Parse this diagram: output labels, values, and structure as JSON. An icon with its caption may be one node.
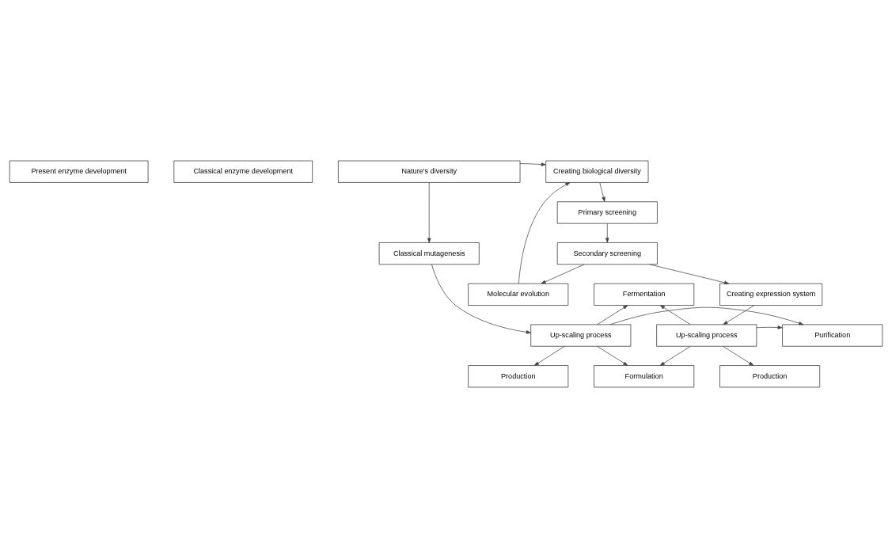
{
  "diagram": {
    "nodes": [
      {
        "text": [
          "Present enzyme development"
        ]
      },
      {
        "text": [
          "Classical enzyme development"
        ]
      },
      {
        "text": [
          "Creating biological diversity"
        ]
      },
      {
        "text": [
          "Nature's diversity"
        ]
      },
      {
        "text": [
          "Molecular evolution"
        ]
      },
      {
        "text": [
          "Primary screening"
        ]
      },
      {
        "text": [
          "Secondary screening"
        ]
      },
      {
        "text": [
          "Classical mutagenesis"
        ]
      },
      {
        "text": [
          "Creating expression system"
        ]
      },
      {
        "text": [
          "Up-scaling process"
        ]
      },
      {
        "text": [
          "Fermentation"
        ]
      },
      {
        "text": [
          "Purification"
        ]
      },
      {
        "text": [
          "Formulation"
        ]
      },
      {
        "text": [
          "Up-scaling process"
        ]
      },
      {
        "text": [
          "Production"
        ]
      },
      {
        "text": [
          "Production"
        ]
      }
    ],
    "edges": [
      {
        "from": 3,
        "to": 2,
        "arrow": "to"
      },
      {
        "from": 4,
        "to": 2,
        "arrow": "to"
      },
      {
        "from": 2,
        "to": 5,
        "arrow": "to"
      },
      {
        "from": 5,
        "to": 6,
        "arrow": "to"
      },
      {
        "from": 6,
        "to": 4,
        "arrow": "to"
      },
      {
        "from": 3,
        "to": 7,
        "arrow": "to"
      },
      {
        "from": 6,
        "to": 8,
        "arrow": "to"
      },
      {
        "from": 7,
        "to": 13,
        "arrow": "to"
      },
      {
        "from": 8,
        "to": 9,
        "arrow": "to"
      },
      {
        "from": 9,
        "to": 10,
        "arrow": "to"
      },
      {
        "from": 9,
        "to": 11,
        "arrow": "to"
      },
      {
        "from": 9,
        "to": 12,
        "arrow": "to"
      },
      {
        "from": 13,
        "to": 10,
        "arrow": "to"
      },
      {
        "from": 13,
        "to": 11,
        "arrow": "to"
      },
      {
        "from": 13,
        "to": 12,
        "arrow": "to"
      },
      {
        "from": 9,
        "to": 14,
        "arrow": "to"
      },
      {
        "from": 13,
        "to": 15,
        "arrow": "to"
      }
    ]
  }
}
